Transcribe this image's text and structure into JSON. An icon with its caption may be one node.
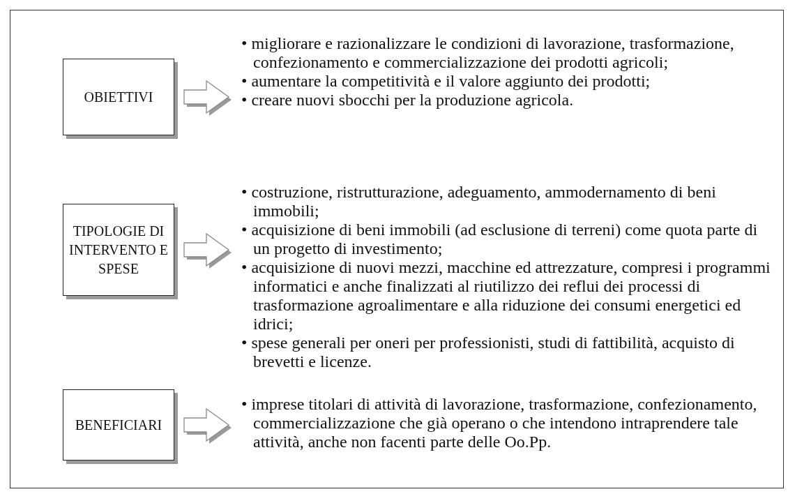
{
  "diagram": {
    "nodes": [
      {
        "text": [
          "OBIETTIVI"
        ]
      },
      {
        "text": [
          "• migliorare e razionalizzare le condizioni di lavorazione, trasformazione, confezionamento e commercializzazione dei prodotti agricoli;",
          "• aumentare la competitività e il valore aggiunto dei prodotti;",
          "• creare nuovi sbocchi per la produzione agricola."
        ]
      },
      {
        "text": [
          "TIPOLOGIE DI INTERVENTO E SPESE"
        ]
      },
      {
        "text": [
          "• costruzione, ristrutturazione, adeguamento, ammodernamento di beni immobili;",
          "• acquisizione di beni immobili (ad esclusione di terreni) come quota parte di un progetto di investimento;",
          "• acquisizione di nuovi mezzi, macchine ed attrezzature, compresi i programmi informatici e anche finalizzati al riutilizzo dei reflui dei processi di trasformazione agroalimentare e alla riduzione dei consumi energetici ed idrici;",
          "• spese generali per oneri per professionisti, studi di fattibilità, acquisto di brevetti e licenze."
        ]
      },
      {
        "text": [
          "BENEFICIARI"
        ]
      },
      {
        "text": [
          "• imprese titolari di attività di lavorazione, trasformazione, confezionamento, commercializzazione che già operano o che intendono intraprendere tale attività, anche non facenti parte delle Oo.Pp."
        ]
      }
    ],
    "edges": [
      {
        "from": 0,
        "to": 1,
        "arrow": "to"
      },
      {
        "from": 2,
        "to": 3,
        "arrow": "to"
      },
      {
        "from": 4,
        "to": 5,
        "arrow": "to"
      }
    ]
  }
}
